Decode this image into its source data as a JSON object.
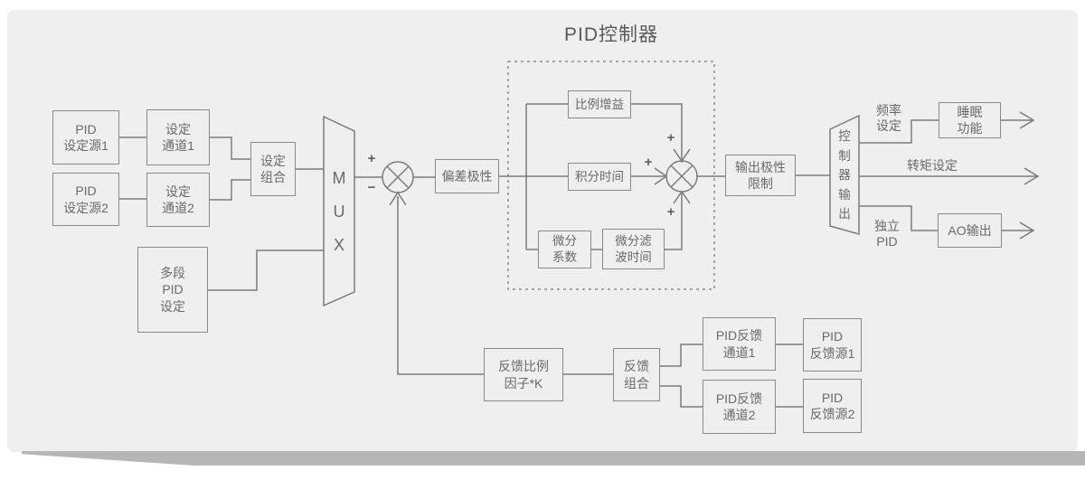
{
  "title": "PID控制器",
  "colors": {
    "card_bg": "#efefef",
    "shadow_bar": "#b6b6b6",
    "wire": "#7b7b7b",
    "box_border": "#8a8a8a",
    "text": "#6a6a6a"
  },
  "boxes": {
    "pid_set_source_1": "PID\n设定源1",
    "set_channel_1": "设定\n通道1",
    "pid_set_source_2": "PID\n设定源2",
    "set_channel_2": "设定\n通道2",
    "set_combine": "设定\n组合",
    "multi_pid_set": "多段\nPID\n设定",
    "dev_polarity": "偏差极性",
    "prop_gain": "比例增益",
    "integral_time": "积分时间",
    "diff_coef": "微分\n系数",
    "diff_filter_time": "微分滤\n波时间",
    "out_polarity_limit": "输出极性\n限制",
    "sleep_func": "睡眠\n功能",
    "ao_output": "AO输出",
    "fb_factor": "反馈比例\n因子*K",
    "fb_combine": "反馈\n组合",
    "fb_channel_1": "PID反馈\n通道1",
    "fb_source_1": "PID\n反馈源1",
    "fb_channel_2": "PID反馈\n通道2",
    "fb_source_2": "PID\n反馈源2"
  },
  "mux": {
    "label": "M\nU\nX"
  },
  "demux": {
    "label": "控\n制\n器\n输\n出"
  },
  "junction1": {
    "plus": "+",
    "minus": "−"
  },
  "junction2": {
    "plus_top": "+",
    "plus_left": "+",
    "plus_bottom": "+"
  },
  "outputs": {
    "freq_set": "频率\n设定",
    "torque_set": "转矩设定",
    "indep_pid": "独立\nPID"
  }
}
